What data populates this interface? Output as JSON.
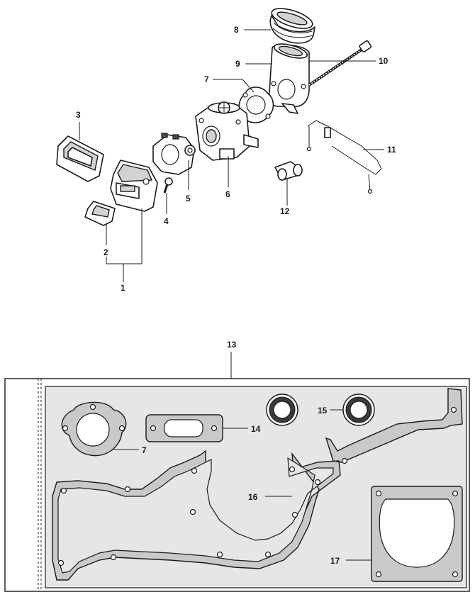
{
  "labels": {
    "p1": "1",
    "p2": "2",
    "p3": "3",
    "p4": "4",
    "p5": "5",
    "p6": "6",
    "p7_top": "7",
    "p8": "8",
    "p9": "9",
    "p10": "10",
    "p11": "11",
    "p12": "12",
    "p13": "13",
    "p7_kit": "7",
    "p14": "14",
    "p15": "15",
    "p16": "16",
    "p17": "17"
  }
}
